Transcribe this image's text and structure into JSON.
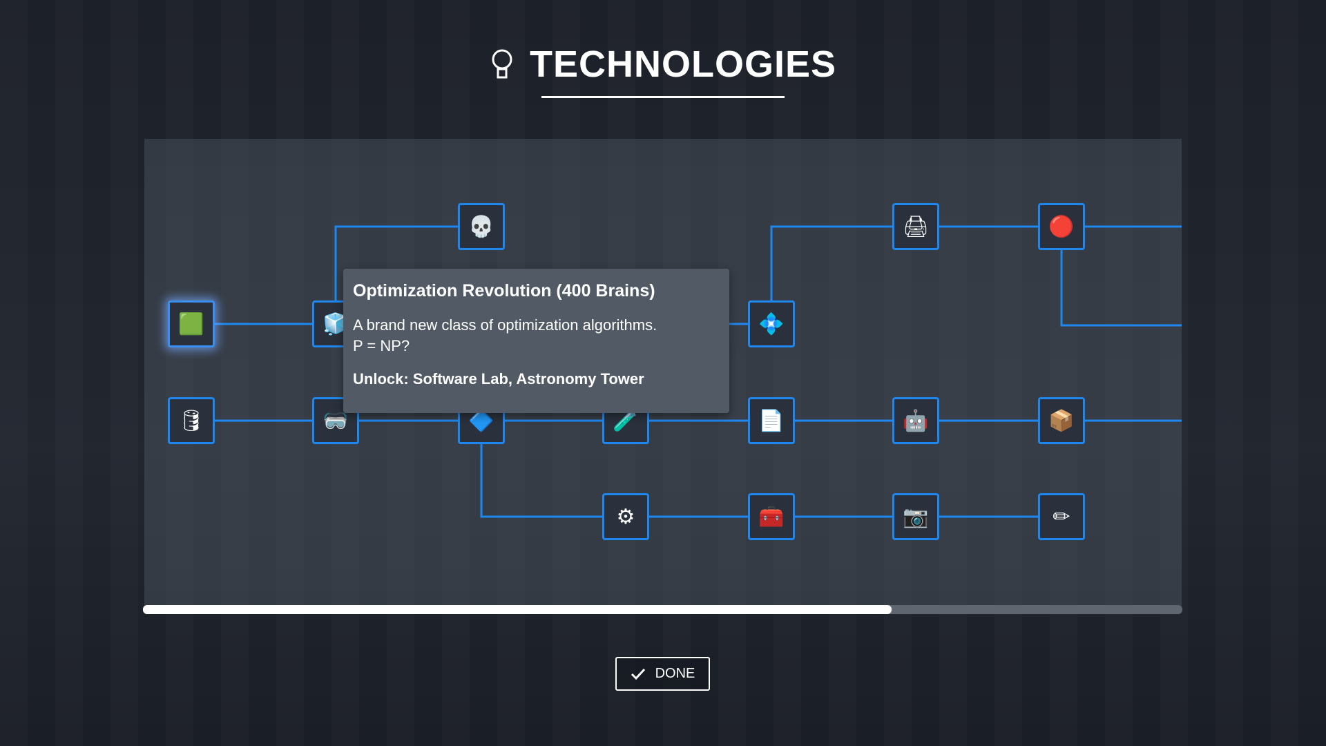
{
  "header": {
    "title": "TECHNOLOGIES",
    "icon": "lightbulb-icon"
  },
  "tooltip": {
    "title": "Optimization Revolution (400 Brains)",
    "description_line1": "A brand new class of optimization algorithms.",
    "description_line2": "P = NP?",
    "unlock": "Unlock: Software Lab, Astronomy Tower"
  },
  "tech_nodes": [
    {
      "row": 0,
      "col": 2,
      "icon": "skull-icon",
      "glyph": "💀"
    },
    {
      "row": 0,
      "col": 5,
      "icon": "printer-icon",
      "glyph": "🖨"
    },
    {
      "row": 0,
      "col": 6,
      "icon": "red-orb-icon",
      "glyph": "🔴"
    },
    {
      "row": 1,
      "col": 0,
      "icon": "green-crystal-icon",
      "glyph": "🟩",
      "selected": true
    },
    {
      "row": 1,
      "col": 1,
      "icon": "cube-icon",
      "glyph": "🧊"
    },
    {
      "row": 1,
      "col": 4,
      "icon": "blue-card-icon",
      "glyph": "💠"
    },
    {
      "row": 2,
      "col": 0,
      "icon": "barrel-icon",
      "glyph": "🛢"
    },
    {
      "row": 2,
      "col": 1,
      "icon": "goggles-icon",
      "glyph": "🥽"
    },
    {
      "row": 2,
      "col": 2,
      "icon": "blue-cards-icon",
      "glyph": "🔷"
    },
    {
      "row": 2,
      "col": 3,
      "icon": "cyan-tube-icon",
      "glyph": "🧪"
    },
    {
      "row": 2,
      "col": 4,
      "icon": "paper-stack-icon",
      "glyph": "📄"
    },
    {
      "row": 2,
      "col": 5,
      "icon": "robot-icon",
      "glyph": "🤖"
    },
    {
      "row": 2,
      "col": 6,
      "icon": "box-icon",
      "glyph": "📦"
    },
    {
      "row": 3,
      "col": 3,
      "icon": "gear-icon",
      "glyph": "⚙"
    },
    {
      "row": 3,
      "col": 4,
      "icon": "red-tool-icon",
      "glyph": "🧰"
    },
    {
      "row": 3,
      "col": 5,
      "icon": "camera-icon",
      "glyph": "📷"
    },
    {
      "row": 3,
      "col": 6,
      "icon": "pencil-icon",
      "glyph": "✏"
    }
  ],
  "scroll": {
    "position_fraction": 0.72
  },
  "footer": {
    "done_label": "DONE"
  },
  "colors": {
    "accent": "#1e88f0",
    "panel": "#505864"
  }
}
